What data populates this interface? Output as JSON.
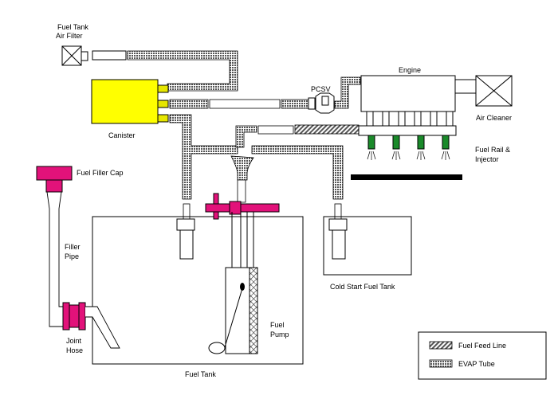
{
  "labels": {
    "fuel_tank_air_filter_1": "Fuel Tank",
    "fuel_tank_air_filter_2": "Air Filter",
    "engine": "Engine",
    "pcsv": "PCSV",
    "air_cleaner": "Air Cleaner",
    "canister": "Canister",
    "fuel_rail_1": "Fuel Rail &",
    "fuel_rail_2": "Injector",
    "fuel_filler_cap": "Fuel Filler Cap",
    "filler_pipe_1": "Filler",
    "filler_pipe_2": "Pipe",
    "cold_start_tank": "Cold Start Fuel Tank",
    "joint_hose_1": "Joint",
    "joint_hose_2": "Hose",
    "fuel_pump_1": "Fuel",
    "fuel_pump_2": "Pump",
    "fuel_tank": "Fuel Tank"
  },
  "legend": {
    "fuel_feed_line": "Fuel Feed Line",
    "evap_tube": "EVAP Tube"
  },
  "colors": {
    "canister": "#ffff00",
    "canister_port": "#e6e600",
    "magenta": "#e2127a",
    "injector_green": "#1a8a2a"
  }
}
